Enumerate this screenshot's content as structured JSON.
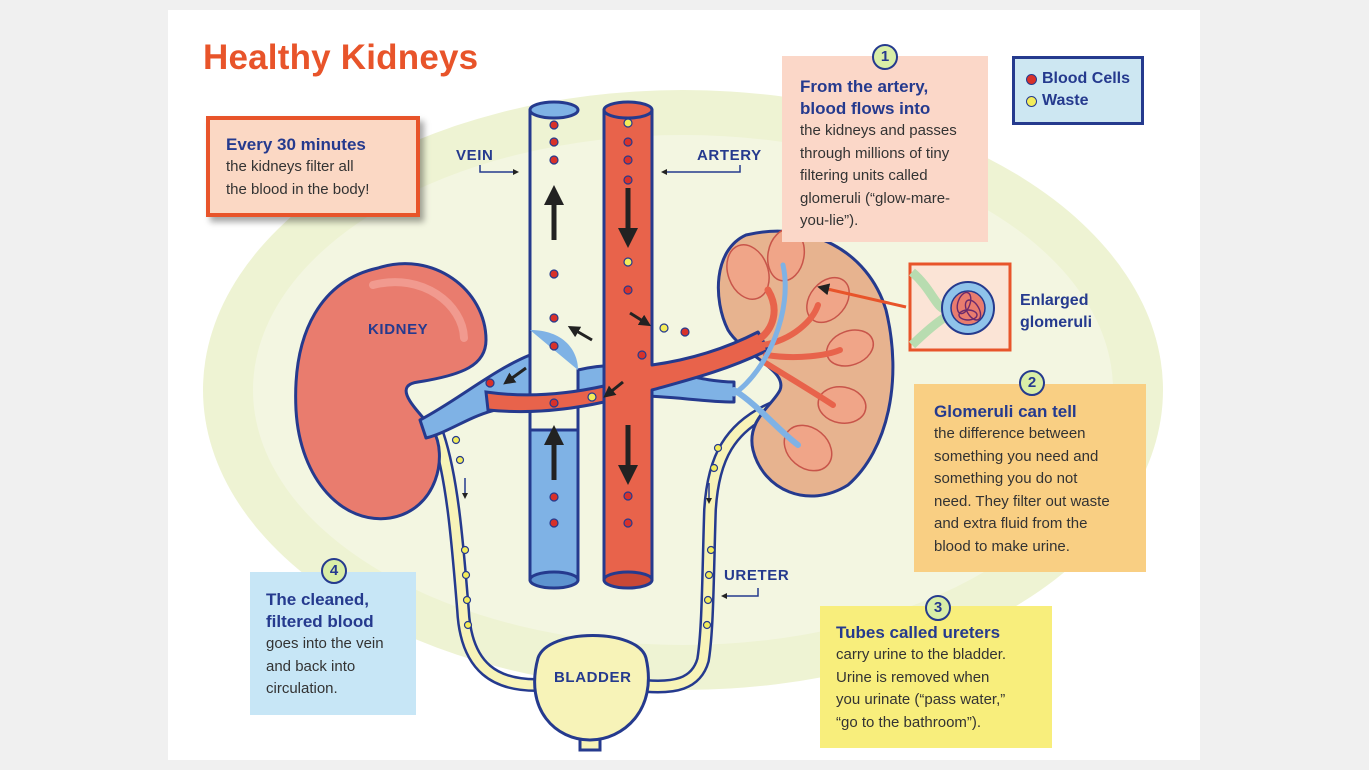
{
  "title": "Healthy Kidneys",
  "labels": {
    "vein": "VEIN",
    "artery": "ARTERY",
    "kidney": "KIDNEY",
    "ureter": "URETER",
    "bladder": "BLADDER",
    "enlarged_line1": "Enlarged",
    "enlarged_line2": "glomeruli"
  },
  "legend": {
    "blood_cells": {
      "label": "Blood Cells",
      "color": "#d8312a"
    },
    "waste": {
      "label": "Waste",
      "color": "#f3ec5a"
    }
  },
  "callout_30": {
    "heading": "Every 30 minutes",
    "line1": "the kidneys filter all",
    "line2": "the blood in the body!"
  },
  "steps": [
    {
      "number": "1",
      "heading_line1": "From the artery,",
      "heading_line2": "blood flows into",
      "lines": [
        "the kidneys and passes",
        "through millions of tiny",
        "filtering units called",
        "glomeruli (“glow-mare-",
        "you-lie”)."
      ]
    },
    {
      "number": "2",
      "heading_line1": "Glomeruli can tell",
      "lines": [
        "the difference between",
        "something you need and",
        "something you do not",
        "need. They filter out waste",
        "and extra fluid from the",
        "blood to make urine."
      ]
    },
    {
      "number": "3",
      "heading_line1": "Tubes called ureters",
      "lines": [
        "carry urine to the bladder.",
        "Urine is removed when",
        "you urinate (“pass water,”",
        "“go to the bathroom”)."
      ]
    },
    {
      "number": "4",
      "heading_line1": "The cleaned,",
      "heading_line2": "filtered blood",
      "lines": [
        "goes into the vein",
        "and back into",
        "circulation."
      ]
    }
  ],
  "colors": {
    "title": "#e8542a",
    "navy": "#253a8e",
    "vein": "#7fb2e5",
    "artery": "#e8634b",
    "kidney_left": "#e97c6e",
    "kidney_right": "#e7b38f",
    "background_glow": "#eef3d3"
  }
}
